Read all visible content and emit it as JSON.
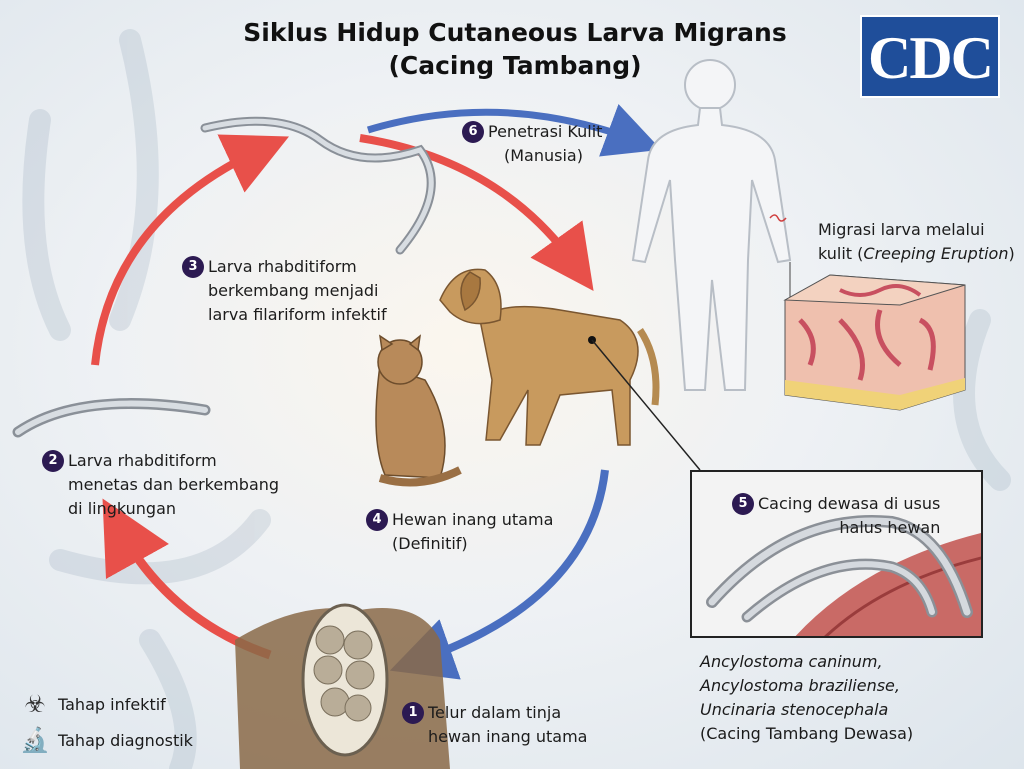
{
  "title": {
    "line1": "Siklus Hidup Cutaneous Larva Migrans",
    "line2": "(Cacing Tambang)"
  },
  "logo": {
    "text": "CDC",
    "color": "#1f4e9a"
  },
  "stages": [
    {
      "num": "1",
      "line1": "Telur dalam tinja",
      "line2": "hewan inang utama"
    },
    {
      "num": "2",
      "line1": "Larva rhabditiform",
      "line2": "menetas dan berkembang",
      "line3": "di lingkungan"
    },
    {
      "num": "3",
      "line1": "Larva rhabditiform",
      "line2": "berkembang menjadi",
      "line3": "larva filariform infektif"
    },
    {
      "num": "4",
      "line1": "Hewan inang utama",
      "line2": "(Definitif)"
    },
    {
      "num": "5",
      "line1": "Cacing dewasa di usus",
      "line2": "halus hewan"
    },
    {
      "num": "6",
      "line1": "Penetrasi Kulit",
      "line2": "(Manusia)"
    }
  ],
  "migration": {
    "line1": "Migrasi larva melalui",
    "line2_prefix": "kulit (",
    "line2_italic": "Creeping Eruption",
    "line2_suffix": ")"
  },
  "species": {
    "s1": "Ancylostoma caninum,",
    "s2": "Ancylostoma braziliense,",
    "s3": "Uncinaria stenocephala",
    "common": "(Cacing Tambang Dewasa)"
  },
  "legend": {
    "infective": "Tahap infektif",
    "diagnostic": "Tahap diagnostik",
    "infective_icon": "biohazard-icon",
    "diagnostic_icon": "microscope-icon"
  },
  "colors": {
    "red_arrow": "#e8504a",
    "blue_arrow": "#4a6fc0",
    "badge": "#2c1a52"
  }
}
